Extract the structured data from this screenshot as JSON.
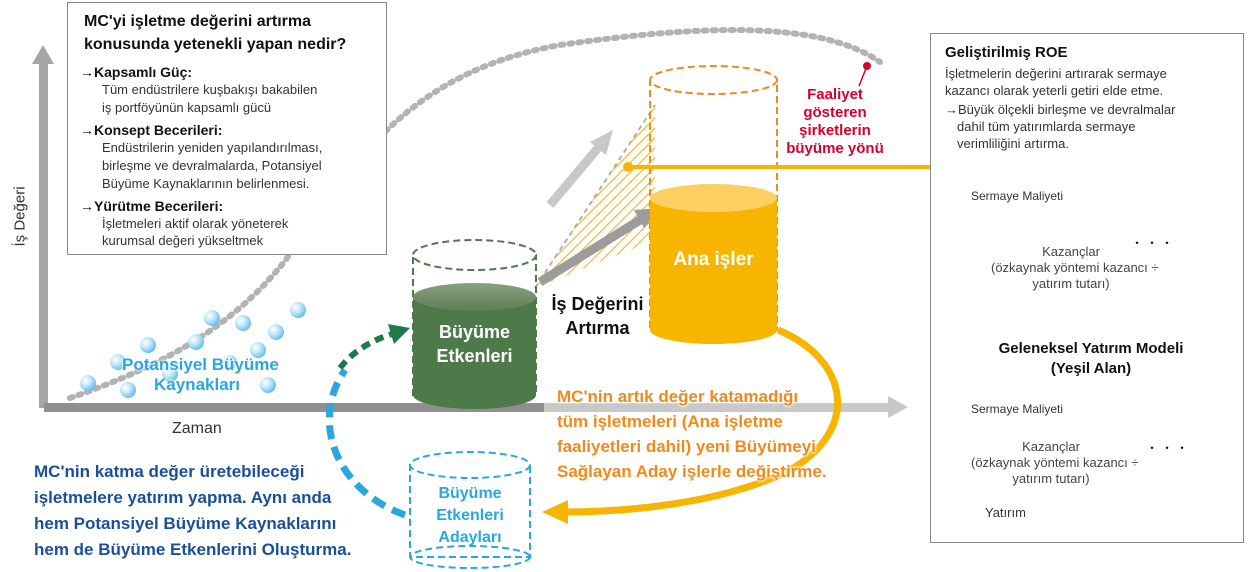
{
  "axes": {
    "y_label": "İş Değeri",
    "x_label": "Zaman"
  },
  "info_box": {
    "title_line1": "MC'yi işletme değerini artırma",
    "title_line2": "konusunda yetenekli yapan nedir?",
    "items": [
      {
        "heading": "Kapsamlı Güç:",
        "lines": [
          "Tüm endüstrilere kuşbakışı bakabilen",
          "iş portföyünün kapsamlı gücü"
        ]
      },
      {
        "heading": "Konsept Becerileri:",
        "lines": [
          "Endüstrilerin yeniden yapılandırılması,",
          "birleşme ve devralmalarda, Potansiyel",
          "Büyüme Kaynaklarının belirlenmesi."
        ]
      },
      {
        "heading": "Yürütme Becerileri:",
        "lines": [
          "İşletmeleri aktif olarak yöneterek",
          "kurumsal değeri yükseltmek"
        ]
      }
    ]
  },
  "potential_sources": {
    "line1": "Potansiyel Büyüme",
    "line2": "Kaynakları"
  },
  "growth_drivers": {
    "line1": "Büyüme",
    "line2": "Etkenleri"
  },
  "candidates": {
    "line1": "Büyüme",
    "line2": "Etkenleri",
    "line3": "Adayları"
  },
  "core_business": {
    "label": "Ana işler"
  },
  "raise_value": {
    "line1": "İş Değerini",
    "line2": "Artırma"
  },
  "growth_direction": {
    "line1": "Faaliyet",
    "line2": "gösteren",
    "line3": "şirketlerin",
    "line4": "büyüme yönü"
  },
  "orange_text": {
    "line1": "MC'nin artık değer katamadığı",
    "line2": "tüm işletmeleri (Ana işletme",
    "line3": "faaliyetleri dahil) yeni Büyümeyi",
    "line4": "Sağlayan Aday işlerle değiştirme."
  },
  "blue_text": {
    "line1": "MC'nin katma değer üretebileceği",
    "line2": "işletmelere yatırım yapma. Aynı anda",
    "line3": "hem Potansiyel Büyüme Kaynaklarını",
    "line4": "hem de Büyüme Etkenlerini Oluşturma."
  },
  "right_panel": {
    "title": "Geliştirilmiş ROE",
    "desc_line1": "İşletmelerin değerini artırarak sermaye",
    "desc_line2": "kazancı olarak yeterli getiri elde etme.",
    "arrow_line1": "Büyük ölçekli birleşme ve devralmalar",
    "arrow_line2": "dahil tüm yatırımlarda sermaye",
    "arrow_line3": "verimliliğini artırma.",
    "cost_of_capital": "Sermaye Maliyeti",
    "earnings_line1": "Kazançlar",
    "earnings_line2": "(özkaynak yöntemi kazancı ÷",
    "earnings_line3": "yatırım tutarı)",
    "ellipsis": "・・・",
    "traditional_line1": "Geleneksel Yatırım Modeli",
    "traditional_line2": "(Yeşil Alan)",
    "cost_of_capital_2": "Sermaye Maliyeti",
    "earnings2_line1": "Kazançlar",
    "earnings2_line2": "(özkaynak yöntemi kazancı ÷",
    "earnings2_line3": "yatırım tutarı)",
    "ellipsis2": "・・・",
    "investment": "Yatırım"
  },
  "colors": {
    "green": "#4e7a4a",
    "orange": "#f08a1c",
    "yellow": "#f7b500",
    "blue": "#2aa7e0",
    "navy": "#1a4f9c",
    "red": "#d6002a",
    "bar_green": "#cfe4bf"
  }
}
